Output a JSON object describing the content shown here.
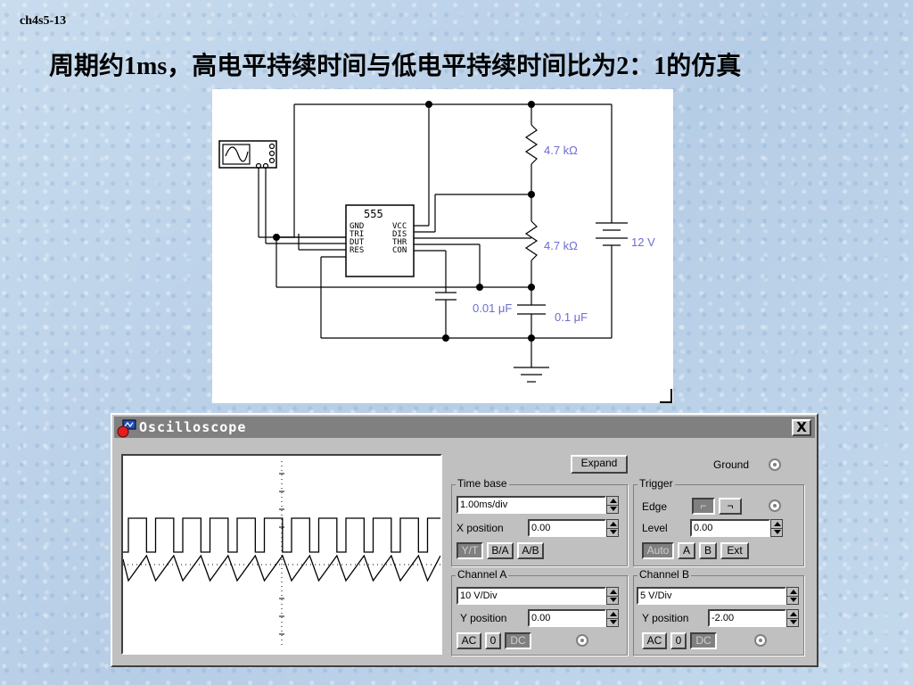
{
  "slide": {
    "code": "ch4s5-13",
    "title": "周期约1ms，高电平持续时间与低电平持续时间比为2：1的仿真"
  },
  "circuit": {
    "chip_name": "555",
    "pins_left": [
      "GND",
      "TRI",
      "DUT",
      "RES"
    ],
    "pins_right": [
      "VCC",
      "DIS",
      "THR",
      "CON"
    ],
    "r1": "4.7 kΩ",
    "r2": "4.7 kΩ",
    "c_timing": "0.1 μF",
    "c_control": "0.01 μF",
    "supply": "12 V",
    "wire_color": "#000000",
    "label_color": "#6b6bd6"
  },
  "oscilloscope": {
    "title": "Oscilloscope",
    "close_label": "X",
    "expand_label": "Expand",
    "ground_label": "Ground",
    "time_base": {
      "label": "Time base",
      "value": "1.00ms/div",
      "x_position_label": "X position",
      "x_position_value": "0.00",
      "modes": [
        "Y/T",
        "B/A",
        "A/B"
      ]
    },
    "trigger": {
      "label": "Trigger",
      "edge_label": "Edge",
      "level_label": "Level",
      "level_value": "0.00",
      "sources": [
        "Auto",
        "A",
        "B",
        "Ext"
      ]
    },
    "channel_a": {
      "label": "Channel A",
      "scale": "10 V/Div",
      "y_position_label": "Y position",
      "y_position_value": "0.00",
      "coupling": [
        "AC",
        "0",
        "DC"
      ]
    },
    "channel_b": {
      "label": "Channel B",
      "scale": "5 V/Div",
      "y_position_label": "Y position",
      "y_position_value": "-2.00",
      "coupling": [
        "AC",
        "0",
        "DC"
      ]
    },
    "traces": {
      "period_ms": 1.0,
      "duty_high_to_low": "2:1",
      "channel_a_shape": "square",
      "channel_b_shape": "sawtooth"
    }
  }
}
